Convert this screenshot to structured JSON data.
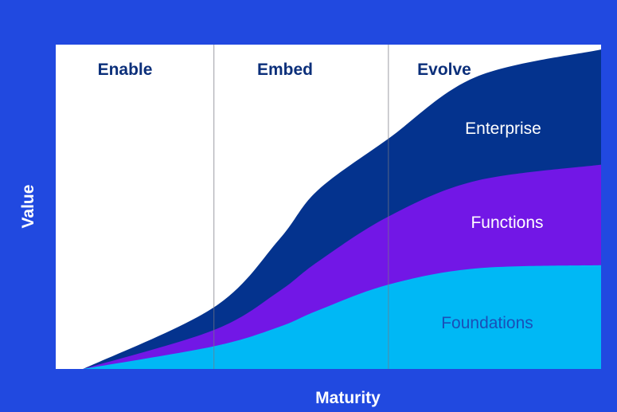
{
  "chart_data": {
    "type": "area",
    "stacked": true,
    "title": "",
    "xlabel": "Maturity",
    "ylabel": "Value",
    "xlim": [
      0,
      100
    ],
    "ylim": [
      0,
      100
    ],
    "grid": false,
    "x": [
      5,
      29,
      41,
      48,
      61,
      77,
      100
    ],
    "phases": [
      {
        "label": "Enable",
        "start": 0,
        "end": 29
      },
      {
        "label": "Embed",
        "start": 29,
        "end": 61
      },
      {
        "label": "Evolve",
        "start": 61,
        "end": 100
      }
    ],
    "series": [
      {
        "name": "Foundations",
        "top": [
          0,
          7,
          13,
          18,
          26,
          31,
          32
        ],
        "color": "#00b8f5",
        "label_color": "#1a4fb8"
      },
      {
        "name": "Functions",
        "top": [
          0,
          12,
          24,
          33,
          47,
          58,
          63
        ],
        "color": "#7217e6",
        "label_color": "#ffffff"
      },
      {
        "name": "Enterprise",
        "top": [
          0,
          19,
          40,
          55,
          71,
          90,
          98.5
        ],
        "color": "#04338e",
        "label_color": "#ffffff"
      }
    ],
    "background": "#2149e0",
    "plot_background": "#ffffff",
    "phase_label_color": "#0b2f7a"
  }
}
